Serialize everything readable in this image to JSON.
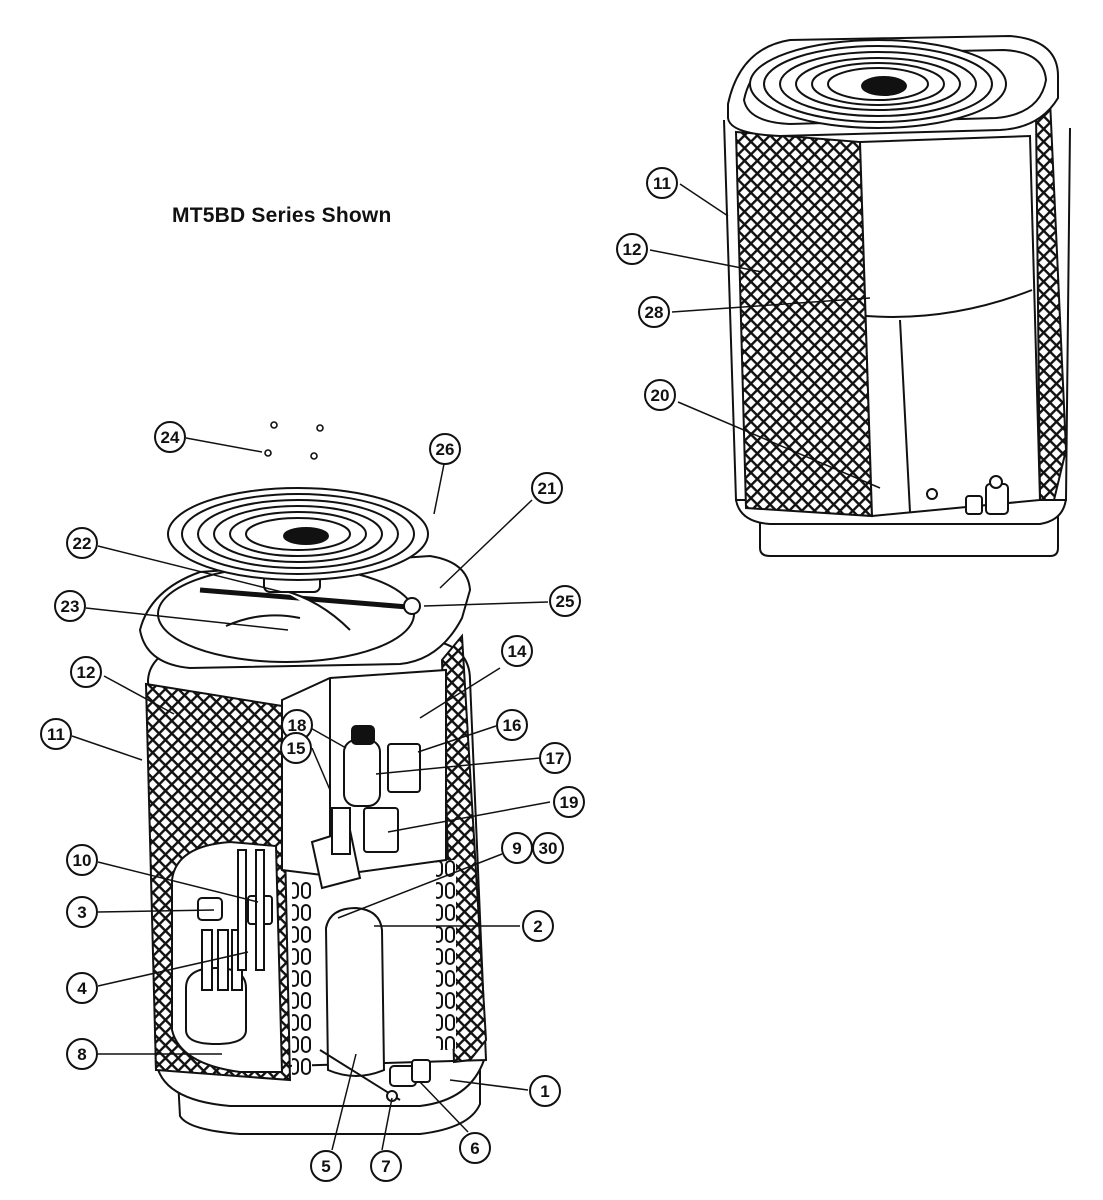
{
  "title": "MT5BD Series Shown",
  "callouts": [
    {
      "label": "24"
    },
    {
      "label": "26"
    },
    {
      "label": "21"
    },
    {
      "label": "22"
    },
    {
      "label": "23"
    },
    {
      "label": "25"
    },
    {
      "label": "12"
    },
    {
      "label": "11"
    },
    {
      "label": "14"
    },
    {
      "label": "18"
    },
    {
      "label": "16"
    },
    {
      "label": "17"
    },
    {
      "label": "15"
    },
    {
      "label": "19"
    },
    {
      "label": "10"
    },
    {
      "label": "9"
    },
    {
      "label": "30"
    },
    {
      "label": "3"
    },
    {
      "label": "2"
    },
    {
      "label": "4"
    },
    {
      "label": "8"
    },
    {
      "label": "1"
    },
    {
      "label": "5"
    },
    {
      "label": "7"
    },
    {
      "label": "6"
    },
    {
      "label": "11"
    },
    {
      "label": "12"
    },
    {
      "label": "28"
    },
    {
      "label": "20"
    }
  ]
}
